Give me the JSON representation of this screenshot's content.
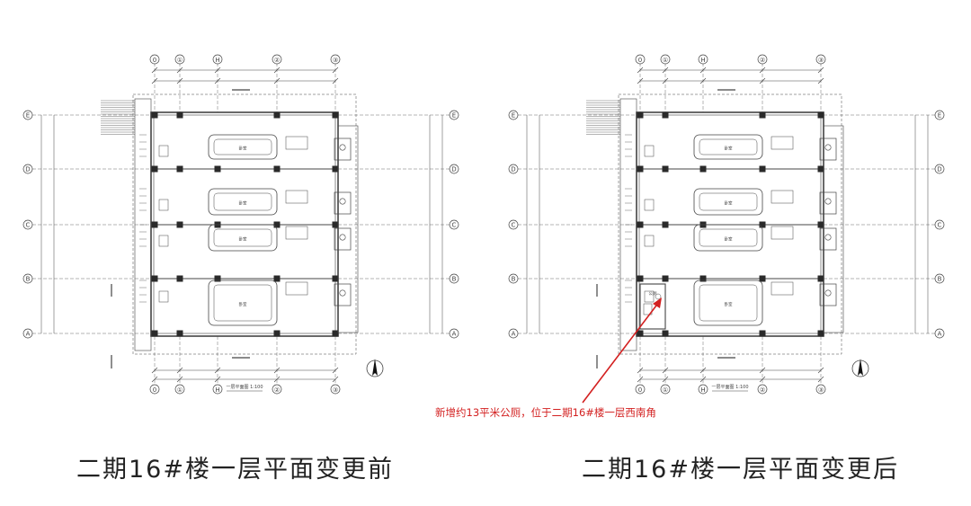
{
  "plans": [
    {
      "caption": "二期16#楼一层平面变更前",
      "grid_labels_top": [
        "0",
        "①",
        "H",
        "②",
        "③"
      ],
      "grid_labels_side": [
        "E",
        "D",
        "C",
        "B",
        "A"
      ],
      "title_block": "一层平面图 1:100",
      "room_label": "卧室"
    },
    {
      "caption": "二期16#楼一层平面变更后",
      "grid_labels_top": [
        "0",
        "①",
        "H",
        "②",
        "③"
      ],
      "grid_labels_side": [
        "E",
        "D",
        "C",
        "B",
        "A"
      ],
      "title_block": "一层平面图 1:100",
      "room_label": "卧室",
      "new_wc_label": "公厕"
    }
  ],
  "annotation": {
    "text": "新增约13平米公厕，位于二期16#楼一层西南角",
    "color": "#d32020"
  },
  "colors": {
    "line": "#444444",
    "column": "#2a2a2a",
    "annotation": "#d32020"
  }
}
